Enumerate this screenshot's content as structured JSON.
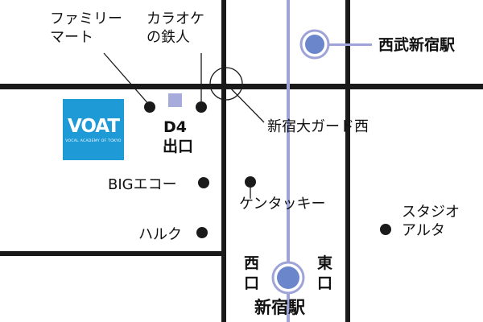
{
  "colors": {
    "road": "#1a1a1a",
    "station_line": "#9ea3d8",
    "station_dot": "#6c86cc",
    "exit_square": "#a7abdc",
    "logo_bg": "#1e9ad6"
  },
  "logo": {
    "name": "VOAT",
    "subtitle": "VOCAL ACADEMY OF TOKYO"
  },
  "landmarks": {
    "family_mart": "ファミリー\nマート",
    "karaoke": "カラオケ\nの鉄人",
    "shinjuku_guard": "新宿大ガード西",
    "bic": "BIGエコー",
    "kentucky": "ケンタッキー",
    "hulk": "ハルク",
    "studio_alta": "スタジオ\nアルタ"
  },
  "exit_d4": {
    "code": "D4",
    "word": "出口"
  },
  "stations": {
    "seibu_shinjuku": "西武新宿駅",
    "shinjuku": "新宿駅",
    "west_exit": "西\n口",
    "east_exit": "東\n口"
  }
}
